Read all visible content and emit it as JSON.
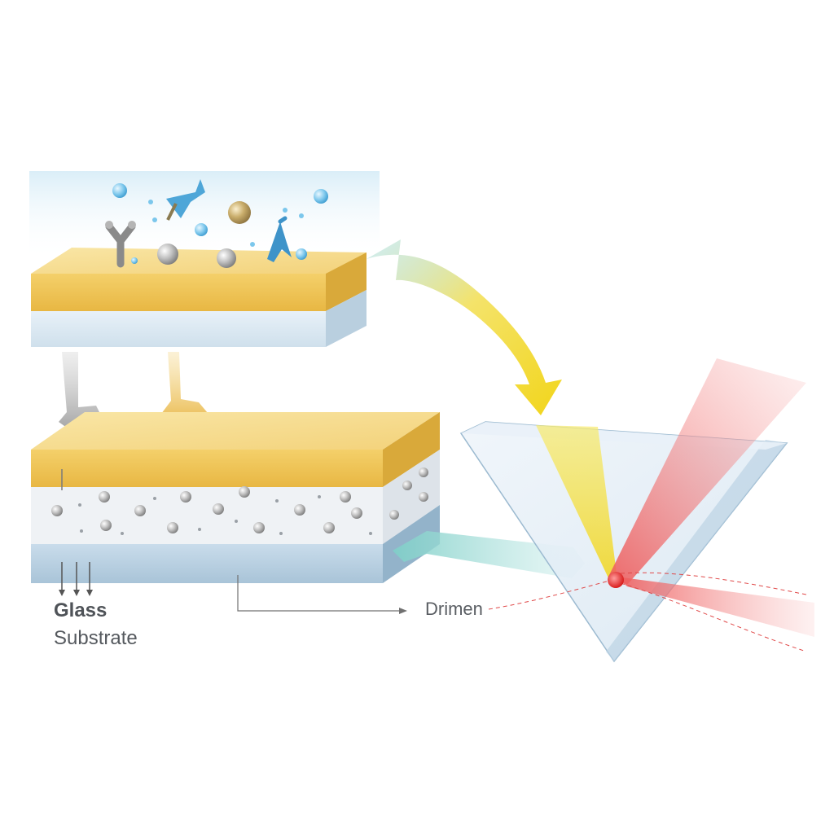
{
  "labels": {
    "glass": "Glass",
    "substrate": "Substrate",
    "callout": "Drimen"
  },
  "colors": {
    "gold_layer": "#f0c452",
    "gold_top": "#f6dc8a",
    "glass_layer": "#dfeaf2",
    "porous_layer": "#f2f4f6",
    "substrate_layer": "#b7cfe0",
    "arrow_yellow": "#f2e030",
    "arrow_teal": "#8fd3cf",
    "laser_red": "#f06a6a",
    "particle_blue": "#5ab4e0",
    "particle_gold": "#b89a5a",
    "particle_gray": "#9a9a9a"
  },
  "icons": {
    "molecule_y": "y-shaped-antibody-icon",
    "molecule_blue": "blue-receptor-icon",
    "sphere": "nanoparticle-icon",
    "bubble": "water-droplet-icon",
    "focus_point": "red-dot-icon"
  }
}
